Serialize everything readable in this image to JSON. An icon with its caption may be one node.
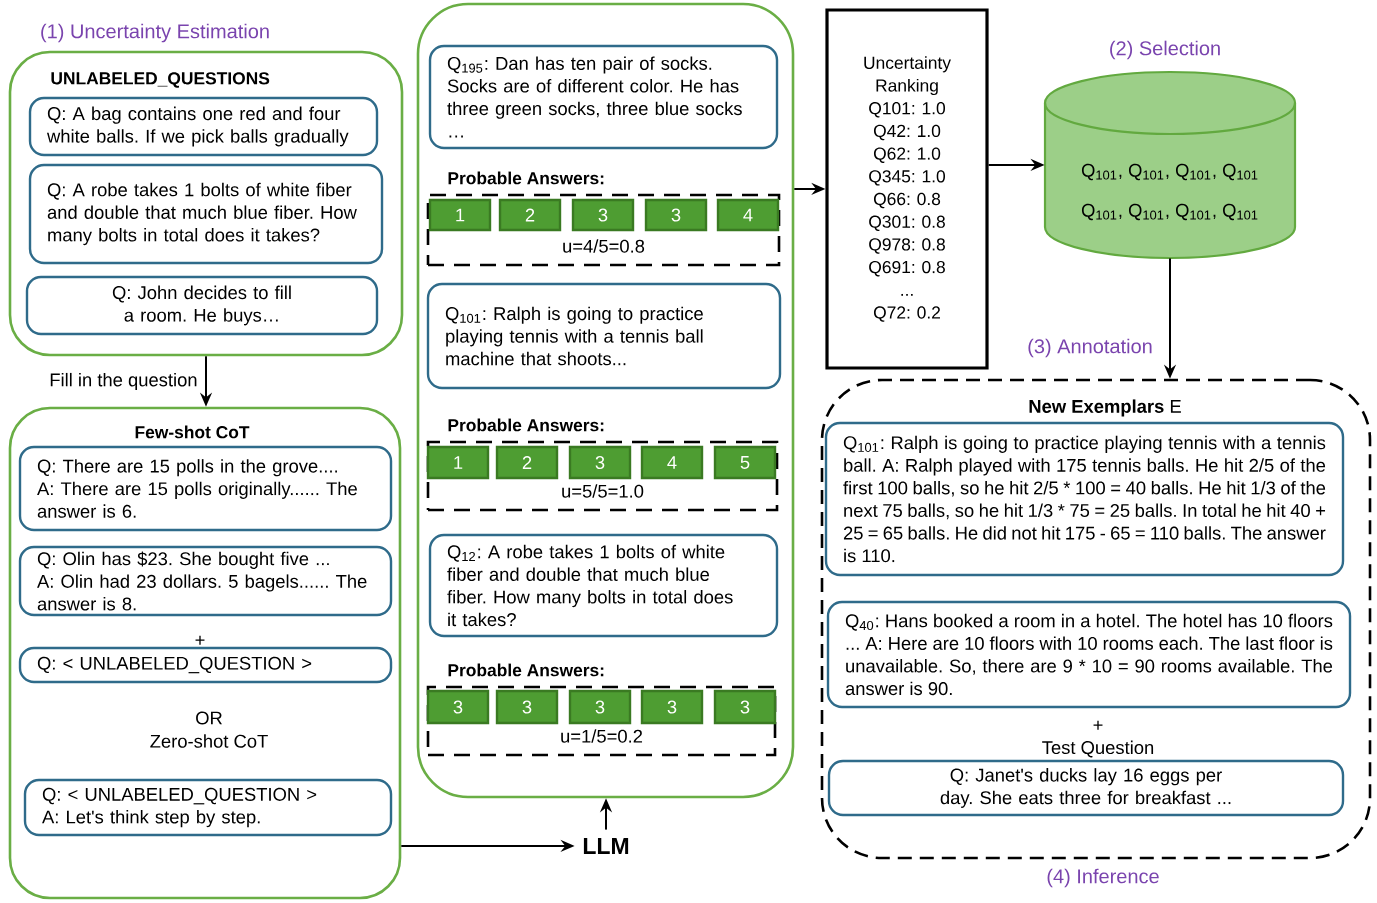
{
  "diagram": {
    "nodes": [
      {
        "text": [
          "UNLABELED_QUESTIONS"
        ]
      },
      {
        "text": [
          "Q: A bag contains one red and four white balls. If we pick balls gradually"
        ],
        "in": 0
      },
      {
        "text": [
          "Q: A robe takes 1 bolts of white fiber and double that much blue fiber. How many bolts in total does it takes?"
        ],
        "in": 0
      },
      {
        "text": [
          "Q: John decides to fill a room. He buys…"
        ],
        "in": 0
      },
      {
        "text": [
          "Few-shot CoT",
          "+",
          "OR",
          "Zero-shot CoT"
        ]
      },
      {
        "text": [
          "Q: There are 15 polls in the grove....",
          "A: There are 15 polls originally...... The answer is 6."
        ],
        "in": 4
      },
      {
        "text": [
          "Q: Olin has $23. She bought five ...",
          "A: Olin had 23 dollars. 5 bagels...... The answer is 8."
        ],
        "in": 4
      },
      {
        "text": [
          "Q: < UNLABELED_QUESTION >"
        ],
        "in": 4
      },
      {
        "text": [
          "Q: < UNLABELED_QUESTION >",
          "A: Let's think step by step."
        ],
        "in": 4
      },
      {
        "text": [
          "LLM"
        ]
      },
      {
        "text": [],
        "shape": "box"
      },
      {
        "text": [
          "Q$_{195}$: Dan has ten pair of socks. Socks are of different color. He has three green socks, three blue socks …"
        ],
        "in": 10
      },
      {
        "text": [
          "Probable Answers:",
          "u=4/5=0.8"
        ],
        "in": 10
      },
      {
        "text": [
          "1"
        ],
        "in": 12
      },
      {
        "text": [
          "2"
        ],
        "in": 12
      },
      {
        "text": [
          "3"
        ],
        "in": 12
      },
      {
        "text": [
          "3"
        ],
        "in": 12
      },
      {
        "text": [
          "4"
        ],
        "in": 12
      },
      {
        "text": [
          "Q$_{101}$: Ralph is going to practice playing tennis with a tennis ball machine that shoots..."
        ],
        "in": 10
      },
      {
        "text": [
          "Probable Answers:",
          "u=5/5=1.0"
        ],
        "in": 10
      },
      {
        "text": [
          "1"
        ],
        "in": 19
      },
      {
        "text": [
          "2"
        ],
        "in": 19
      },
      {
        "text": [
          "3"
        ],
        "in": 19
      },
      {
        "text": [
          "4"
        ],
        "in": 19
      },
      {
        "text": [
          "5"
        ],
        "in": 19
      },
      {
        "text": [
          "Q$_{12}$: A robe takes 1 bolts of white fiber and double that much blue fiber. How many bolts in total does it takes?"
        ],
        "in": 10
      },
      {
        "text": [
          "Probable Answers:",
          "u=1/5=0.2"
        ],
        "in": 10
      },
      {
        "text": [
          "3"
        ],
        "in": 26
      },
      {
        "text": [
          "3"
        ],
        "in": 26
      },
      {
        "text": [
          "3"
        ],
        "in": 26
      },
      {
        "text": [
          "3"
        ],
        "in": 26
      },
      {
        "text": [
          "3"
        ],
        "in": 26
      },
      {
        "text": [
          "Uncertainty Ranking",
          "Q101: 1.0",
          "Q42: 1.0",
          "Q62: 1.0",
          "Q345: 1.0",
          "Q66: 0.8",
          "Q301: 0.8",
          "Q978: 0.8",
          "Q691: 0.8",
          "...",
          "Q72: 0.2"
        ]
      },
      {
        "text": [
          "Q$_{101}$, Q$_{101}$, Q$_{101}$, Q$_{101}$",
          "Q$_{101}$, Q$_{101}$, Q$_{101}$, Q$_{101}$"
        ]
      },
      {
        "text": [
          "**New Exemplars** E",
          "+",
          "Test Question"
        ]
      },
      {
        "text": [
          "Q$_{101}$: Ralph is going to practice playing tennis with a tennis ball. A: Ralph played with 175 tennis balls. He hit 2/5 of the first 100 balls, so he hit 2/5 * 100 = 40 balls. He hit 1/3 of the next 75 balls, so he hit 1/3 * 75 = 25 balls. In total he hit 40 + 25 = 65 balls. He did not hit 175 - 65 = 110 balls. The answer is 110."
        ],
        "in": 34
      },
      {
        "text": [
          "Q$_{40}$: Hans booked a room in a hotel. The hotel has 10 floors ... A: Here are 10 floors with 10 rooms each. The last floor is unavailable. So, there are 9 * 10 = 90 rooms available. The answer is 90."
        ],
        "in": 34
      },
      {
        "text": [
          "Q: Janet's ducks lay 16 eggs per day. She eats three for breakfast ..."
        ],
        "in": 34
      }
    ],
    "edges": [
      {
        "from": 0,
        "to": 4,
        "arrow": "to",
        "label": "Fill in the question"
      },
      {
        "from": 4,
        "to": 9,
        "arrow": "to"
      },
      {
        "from": 9,
        "to": 10,
        "arrow": "to"
      },
      {
        "from": 10,
        "to": 32,
        "arrow": "to"
      },
      {
        "from": 32,
        "to": 33,
        "arrow": "to"
      },
      {
        "from": 33,
        "to": 34,
        "arrow": "to"
      }
    ],
    "labels": [
      "(1) Uncertainty Estimation",
      "(2) Selection",
      "(3) Annotation",
      "(4) Inference"
    ]
  }
}
